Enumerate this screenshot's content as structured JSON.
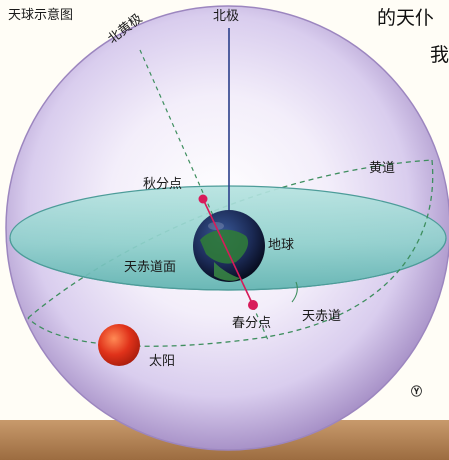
{
  "title": "天球示意图",
  "side_text": {
    "line1": "的天仆",
    "line2": "我"
  },
  "labels": {
    "north_pole": "北极",
    "ecliptic_north_pole": "北黄极",
    "autumnal_equinox": "秋分点",
    "ecliptic": "黄道",
    "earth": "地球",
    "celestial_equator_plane": "天赤道面",
    "vernal_equinox": "春分点",
    "celestial_equator": "天赤道",
    "sun": "太阳"
  },
  "logo_symbol": "Ⓨ",
  "colors": {
    "sphere_edge": "#a892c8",
    "sphere_center": "#ffffff",
    "equator_plane": "#7ec6c6",
    "sun": "#e0321a",
    "equinox_points": "#d81b5a",
    "ecliptic_line": "#3e8e5e",
    "ground": "#b58456"
  }
}
